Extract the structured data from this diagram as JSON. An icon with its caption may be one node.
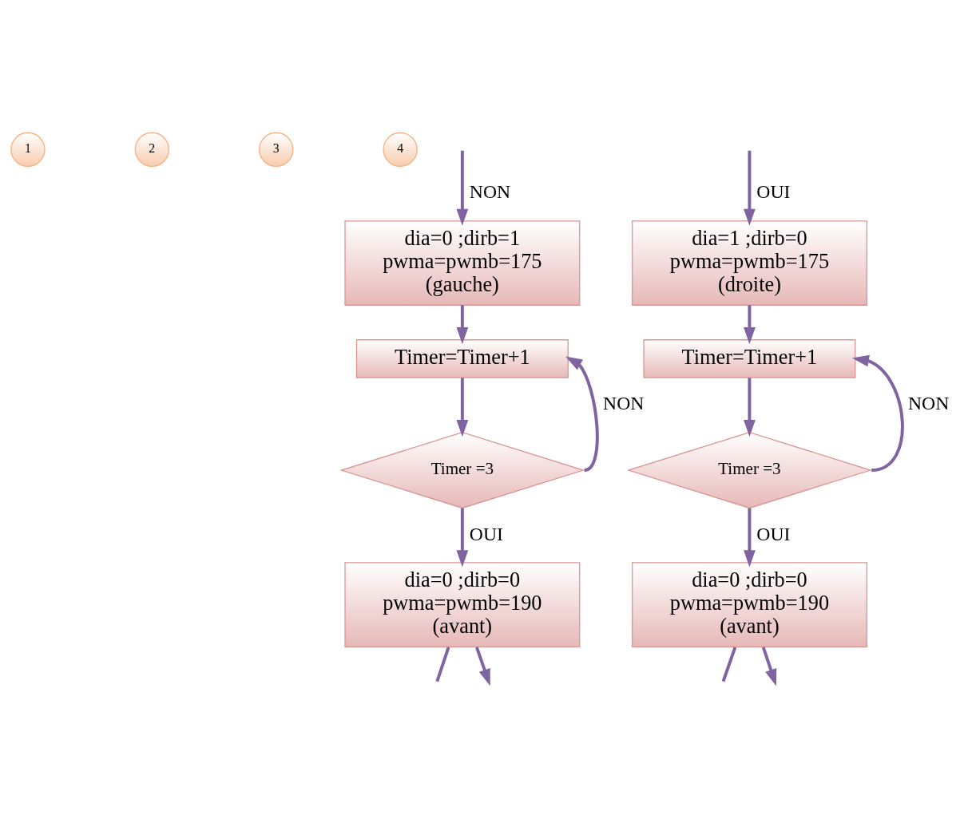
{
  "diagram": {
    "nodes": [
      {
        "text": [
          "1"
        ]
      },
      {
        "text": [
          "2"
        ]
      },
      {
        "text": [
          "3"
        ]
      },
      {
        "text": [
          "4"
        ]
      },
      {
        "text": [
          "dia=0 ;dirb=1",
          "pwma=pwmb=175",
          "(gauche)"
        ]
      },
      {
        "text": [
          "Timer=Timer+1"
        ]
      },
      {
        "text": [
          "Timer =3"
        ]
      },
      {
        "text": [
          "dia=0 ;dirb=0",
          "pwma=pwmb=190",
          "(avant)"
        ]
      },
      {
        "text": [
          "dia=1 ;dirb=0",
          "pwma=pwmb=175",
          "(droite)"
        ]
      },
      {
        "text": [
          "Timer=Timer+1"
        ]
      },
      {
        "text": [
          "Timer =3"
        ]
      },
      {
        "text": [
          "dia=0 ;dirb=0",
          "pwma=pwmb=190",
          "(avant)"
        ]
      }
    ],
    "edges": [
      {
        "from": null,
        "to": 4,
        "arrow": "to",
        "label": "NON"
      },
      {
        "from": 4,
        "to": 5,
        "arrow": "to"
      },
      {
        "from": 5,
        "to": 6,
        "arrow": "to"
      },
      {
        "from": 6,
        "to": 5,
        "arrow": "to",
        "label": "NON"
      },
      {
        "from": 6,
        "to": 7,
        "arrow": "to",
        "label": "OUI"
      },
      {
        "from": null,
        "to": 8,
        "arrow": "to",
        "label": "OUI"
      },
      {
        "from": 8,
        "to": 9,
        "arrow": "to"
      },
      {
        "from": 9,
        "to": 10,
        "arrow": "to"
      },
      {
        "from": 10,
        "to": 9,
        "arrow": "to",
        "label": "NON"
      },
      {
        "from": 10,
        "to": 11,
        "arrow": "to",
        "label": "OUI"
      },
      {
        "from": 7,
        "to": null,
        "arrow": "none"
      },
      {
        "from": 11,
        "to": null,
        "arrow": "none"
      },
      {
        "from": 7,
        "to": null,
        "arrow": "to"
      },
      {
        "from": 11,
        "to": null,
        "arrow": "to"
      }
    ]
  }
}
